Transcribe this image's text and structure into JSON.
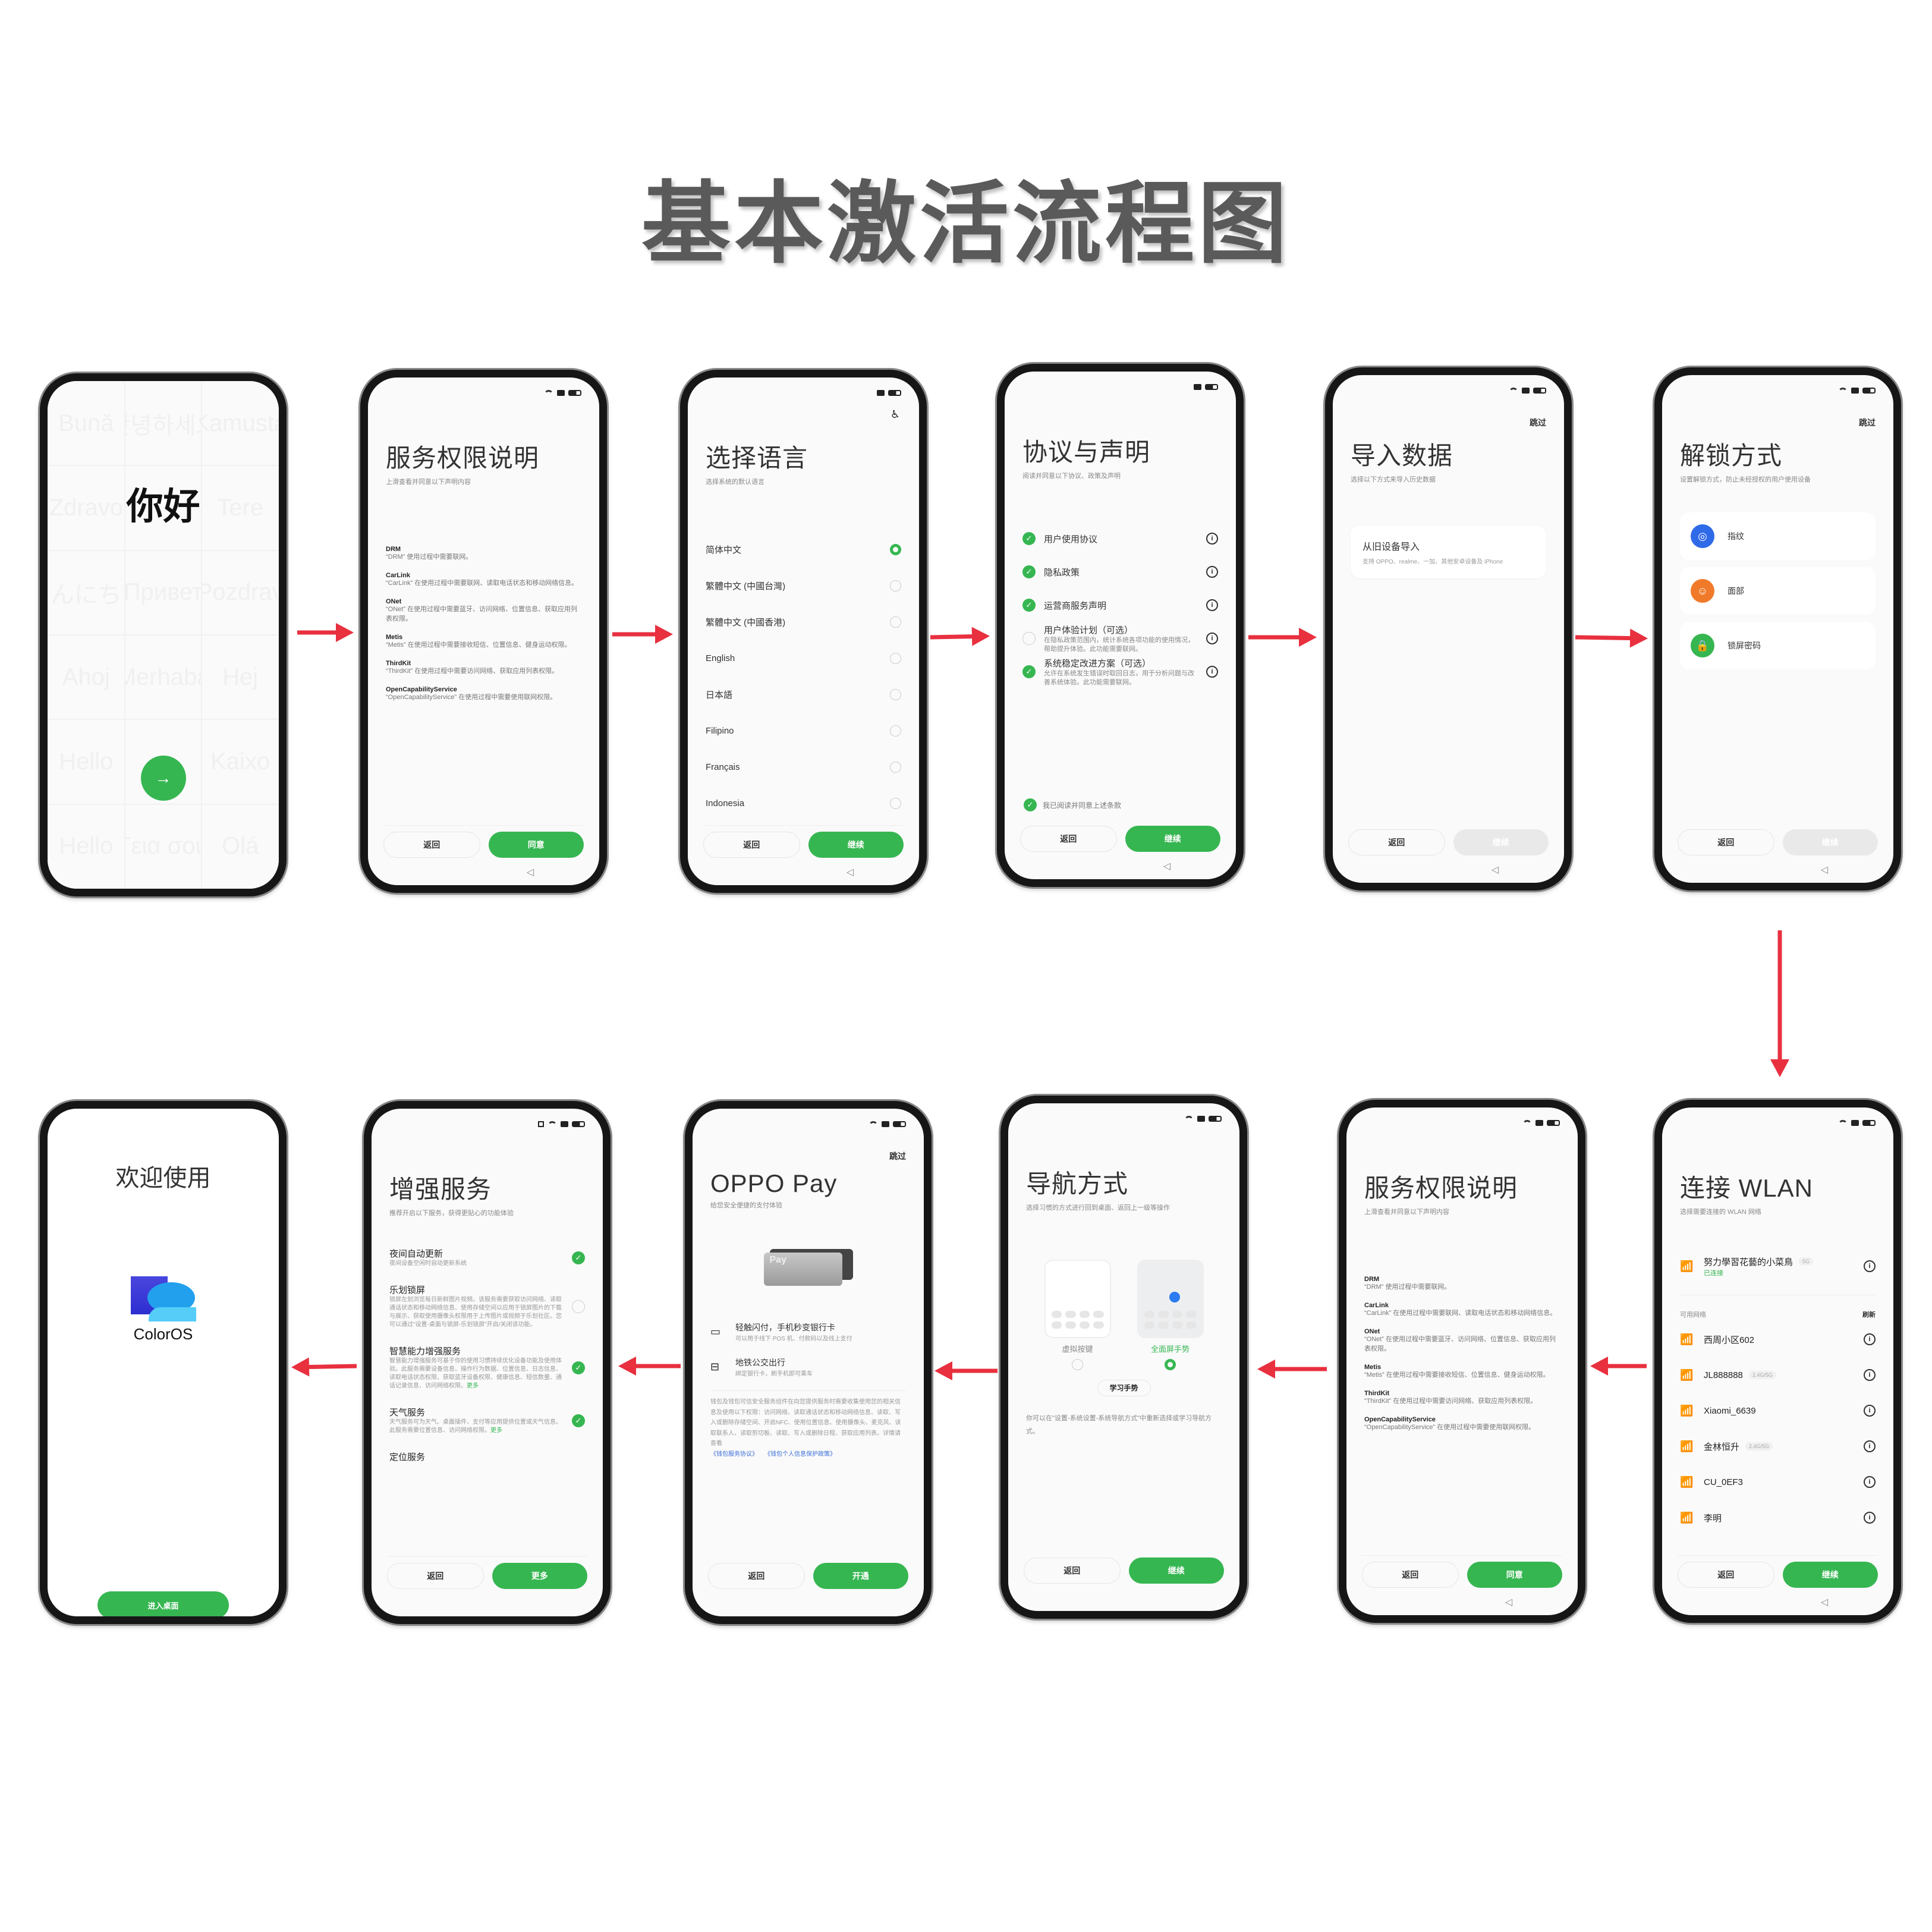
{
  "page_title": "基本激活流程图",
  "colors": {
    "accent_green": "#36b651",
    "arrow_red": "#e8303f",
    "fingerprint_blue": "#2f6ae8",
    "face_orange": "#f07a2a"
  },
  "hello": {
    "greeting": "你好",
    "next_icon": "arrow-right-icon",
    "bg_words": [
      "Bună",
      "안녕하세요",
      "Kamusta",
      "Zdravo",
      "",
      "Tere",
      "こんにちは",
      "Привет",
      "Pozdrav",
      "Ahoj",
      "Merhaba",
      "Hej",
      "Hello",
      "",
      "Kaixo",
      "Hello",
      "Γεια σου",
      "Olá"
    ]
  },
  "permissions": {
    "title": "服务权限说明",
    "subtitle": "上滑查看并同意以下声明内容",
    "items": [
      {
        "name": "DRM",
        "desc": "“DRM” 使用过程中需要联网。"
      },
      {
        "name": "CarLink",
        "desc": "“CarLink” 在使用过程中需要联网、读取电话状态和移动网络信息。"
      },
      {
        "name": "ONet",
        "desc": "“ONet” 在使用过程中需要蓝牙、访问网络、位置信息、获取应用列表权限。"
      },
      {
        "name": "Metis",
        "desc": "“Metis” 在使用过程中需要接收短信、位置信息、健身运动权限。"
      },
      {
        "name": "ThirdKit",
        "desc": "“ThirdKit” 在使用过程中需要访问网络、获取应用列表权限。"
      },
      {
        "name": "OpenCapabilityService",
        "desc": "“OpenCapabilityService” 在使用过程中需要使用联网权限。"
      }
    ],
    "back": "返回",
    "agree": "同意"
  },
  "language": {
    "title": "选择语言",
    "subtitle": "选择系统的默认语言",
    "accessibility_icon": "accessibility-icon",
    "selected": "简体中文",
    "items": [
      "简体中文",
      "繁體中文 (中國台灣)",
      "繁體中文 (中國香港)",
      "English",
      "日本語",
      "Filipino",
      "Français",
      "Indonesia"
    ],
    "back": "返回",
    "next": "继续"
  },
  "agreement": {
    "title": "协议与声明",
    "subtitle": "阅读并同意以下协议、政策及声明",
    "items": [
      {
        "name": "用户使用协议",
        "desc": "",
        "checked": true
      },
      {
        "name": "隐私政策",
        "desc": "",
        "checked": true
      },
      {
        "name": "运营商服务声明",
        "desc": "",
        "checked": true
      },
      {
        "name": "用户体验计划（可选）",
        "desc": "在隐私政策范围内，统计系统各项功能的使用情况，帮助提升体验。此功能需要联网。",
        "checked": false
      },
      {
        "name": "系统稳定改进方案（可选）",
        "desc": "允许在系统发生错误时取回日志，用于分析问题与改善系统体验。此功能需要联网。",
        "checked": true
      }
    ],
    "agree_all": "我已阅读并同意上述条款",
    "back": "返回",
    "next": "继续"
  },
  "import_data": {
    "skip": "跳过",
    "title": "导入数据",
    "subtitle": "选择以下方式来导入历史数据",
    "card_title": "从旧设备导入",
    "card_desc": "支持 OPPO、realme、一加、其他安卓设备及 iPhone",
    "back": "返回",
    "next": "继续"
  },
  "unlock": {
    "skip": "跳过",
    "title": "解锁方式",
    "subtitle": "设置解锁方式，防止未经授权的用户使用设备",
    "items": [
      {
        "label": "指纹",
        "icon": "fingerprint-icon"
      },
      {
        "label": "面部",
        "icon": "face-icon"
      },
      {
        "label": "锁屏密码",
        "icon": "lock-icon"
      }
    ],
    "back": "返回",
    "next": "继续"
  },
  "wlan": {
    "title": "连接 WLAN",
    "subtitle": "选择需要连接的 WLAN 网络",
    "connected": {
      "name": "努力學習花藝的小菜鳥",
      "band": "5G",
      "status": "已连接"
    },
    "section": "可用网络",
    "refresh": "刷新",
    "networks": [
      {
        "name": "西周小区602",
        "band": ""
      },
      {
        "name": "JL888888",
        "band": "2.4G/5G"
      },
      {
        "name": "Xiaomi_6639",
        "band": ""
      },
      {
        "name": "金林恒升",
        "band": "2.4G/5G"
      },
      {
        "name": "CU_0EF3",
        "band": ""
      },
      {
        "name": "李明",
        "band": ""
      }
    ],
    "back": "返回",
    "next": "继续"
  },
  "navigation": {
    "title": "导航方式",
    "subtitle": "选择习惯的方式进行回到桌面、返回上一级等操作",
    "option_keys": "虚拟按键",
    "option_gesture": "全面屏手势",
    "selected": "全面屏手势",
    "learn": "学习手势",
    "note": "你可以在\"设置-系统设置-系统导航方式\"中重新选择或学习导航方式。",
    "back": "返回",
    "next": "继续"
  },
  "oppo_pay": {
    "skip": "跳过",
    "title": "OPPO Pay",
    "subtitle": "给您安全便捷的支付体验",
    "card_text": "Pay",
    "features": [
      {
        "title": "轻触闪付，手机秒变银行卡",
        "desc": "可以用于线下 POS 机、付款码以及线上支付",
        "icon": "bank-card-icon"
      },
      {
        "title": "地铁公交出行",
        "desc": "绑定银行卡，刷手机即可乘车",
        "icon": "bus-icon"
      }
    ],
    "legal": "钱包及钱包可信安全服务组件在向您提供服务时需要收集使用您的相关信息及使用以下权限：访问网络、读取通话状态和移动网络信息、读取、写入或删除存储空间、开启NFC、使用位置信息、使用摄像头、麦克风、读取联系人、读取剪切板、读取、写入或删除日程、获取应用列表。详情请查看",
    "link1": "《钱包服务协议》",
    "link2": "《钱包个人信息保护政策》",
    "back": "返回",
    "next": "开通"
  },
  "enhanced": {
    "title": "增强服务",
    "subtitle": "推荐开启以下服务，获得更贴心的功能体验",
    "items": [
      {
        "name": "夜间自动更新",
        "desc": "夜间设备空闲时自动更新系统",
        "more": "",
        "checked": true
      },
      {
        "name": "乐划锁屏",
        "desc": "锁屏左划浏览每日新鲜图片视频。该服务需要获取访问网络、读取通话状态和移动网络信息、使用存储空间以应用于锁屏图片的下载与展示、获取使用摄像头权限用于上传图片或视频于乐划社区。您可以通过\"设置-桌面与锁屏-乐划锁屏\"开启/关闭该功能。",
        "more": "",
        "checked": false
      },
      {
        "name": "智慧能力增强服务",
        "desc": "智慧能力增强服务可基于你的使用习惯持续优化设备功能及使用体验。此服务需要设备信息、操作行为数据、位置信息、日志信息、读取电话状态权限、获取蓝牙设备权限、健康信息、短信数量、通话记录信息、访问网络权限。",
        "more": "更多",
        "checked": true
      },
      {
        "name": "天气服务",
        "desc": "天气服务可为天气、桌面插件、支付等应用提供位置或天气信息。此服务需要位置信息、访问网络权限。",
        "more": "更多",
        "checked": true
      },
      {
        "name": "定位服务",
        "desc": "",
        "more": "",
        "checked": false
      }
    ],
    "back": "返回",
    "next": "更多"
  },
  "welcome": {
    "title": "欢迎使用",
    "logo_text": "ColorOS",
    "enter": "进入桌面"
  }
}
